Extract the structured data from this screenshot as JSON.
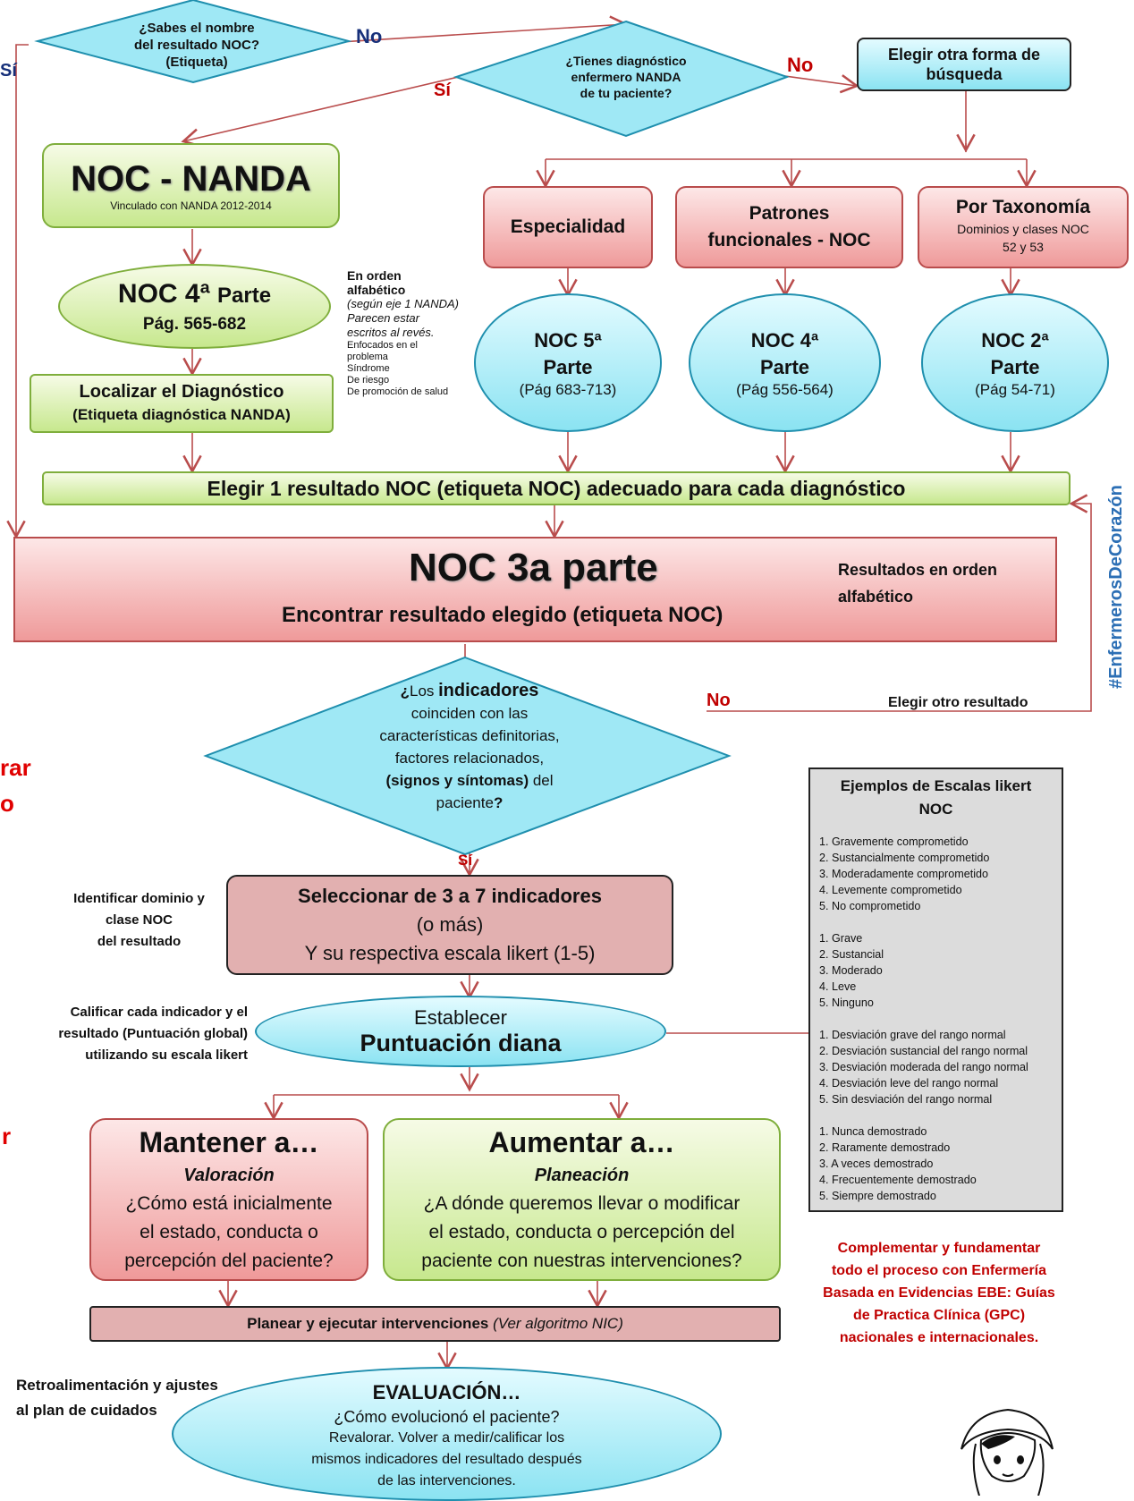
{
  "decision1": {
    "line1": "¿Sabes el nombre",
    "line2": "del resultado NOC?",
    "line3": "(Etiqueta)"
  },
  "label_si_left": "Sí",
  "label_no_1": "No",
  "decision2": {
    "line1": "¿Tienes diagnóstico",
    "line2": "enfermero NANDA",
    "line3": "de tu paciente?"
  },
  "label_si_2": "Sí",
  "label_no_2": "No",
  "elegir_forma": {
    "line1": "Elegir otra forma de",
    "line2": "búsqueda"
  },
  "noc_nanda": {
    "title": "NOC - NANDA",
    "subtitle": "Vinculado con NANDA 2012-2014"
  },
  "noc4_left": {
    "title_a": "NOC 4ª ",
    "title_b": "Parte",
    "page": "Pág. 565-682"
  },
  "orden_note": {
    "bold1": "En orden",
    "bold2": "alfabético",
    "italic1": "(según eje 1 NANDA)",
    "italic2": "Parecen estar",
    "italic3": "escritos al revés.",
    "small1": "Enfocados en el",
    "small2": "problema",
    "small3": "Síndrome",
    "small4": "De riesgo",
    "small5": "De promoción de salud"
  },
  "localizar": {
    "line1": "Localizar el Diagnóstico",
    "line2": "(Etiqueta diagnóstica NANDA)"
  },
  "especialidad": "Especialidad",
  "patrones": {
    "line1": "Patrones",
    "line2": "funcionales - NOC"
  },
  "taxonomia": {
    "title": "Por Taxonomía",
    "line1": "Dominios y clases NOC",
    "line2": "52 y 53"
  },
  "noc5": {
    "line1": "NOC 5ª",
    "line2": "Parte",
    "page": "(Pág 683-713)"
  },
  "noc4": {
    "line1": "NOC 4ª",
    "line2": "Parte",
    "page": "(Pág 556-564)"
  },
  "noc2": {
    "line1": "NOC 2ª",
    "line2": "Parte",
    "page": "(Pág 54-71)"
  },
  "elegir_bar": "Elegir 1 resultado NOC (etiqueta NOC) adecuado para cada diagnóstico",
  "noc3": {
    "title": "NOC 3a parte",
    "subtitle": "Encontrar resultado elegido (etiqueta NOC)",
    "note1": "Resultados en orden",
    "note2": "alfabético"
  },
  "hashtag": "#EnfermerosDeCorazón",
  "decision3": {
    "q_open": "¿",
    "q_small": "Los ",
    "q_bold": "indicadores",
    "line2": "coinciden con las",
    "line3": "características definitorias,",
    "line4": "factores relacionados,",
    "line5_bold": "(signos y síntomas)",
    "line5_rest": " del",
    "line6": "paciente",
    "q_close": "?"
  },
  "label_no_3": "No",
  "elegir_otro": "Elegir otro resultado",
  "label_si_3": "Sí",
  "left_fragment_1a": "rar",
  "left_fragment_1b": "o",
  "left_fragment_2": "r",
  "identificar": {
    "line1": "Identificar dominio y",
    "line2": "clase NOC",
    "line3": "del resultado"
  },
  "seleccionar": {
    "line1": "Seleccionar de 3 a 7 indicadores",
    "line2": "(o más)",
    "line3": "Y su respectiva escala likert (1-5)"
  },
  "calificar": {
    "line1": "Calificar cada indicador y el",
    "line2": "resultado (Puntuación global)",
    "line3": "utilizando su escala  likert"
  },
  "establecer": {
    "line1": "Establecer",
    "line2": "Puntuación diana"
  },
  "likert": {
    "title1": "Ejemplos de Escalas likert",
    "title2": "NOC",
    "groups": [
      [
        "1. Gravemente comprometido",
        "2. Sustancialmente comprometido",
        "3. Moderadamente comprometido",
        "4. Levemente comprometido",
        "5. No comprometido"
      ],
      [
        "1. Grave",
        "2. Sustancial",
        "3. Moderado",
        "4. Leve",
        "5. Ninguno"
      ],
      [
        "1. Desviación grave del rango normal",
        "2. Desviación sustancial del rango normal",
        "3. Desviación moderada del rango normal",
        "4. Desviación leve del rango normal",
        "5. Sin desviación del rango normal"
      ],
      [
        "1. Nunca demostrado",
        "2. Raramente demostrado",
        "3. A veces demostrado",
        "4. Frecuentemente demostrado",
        "5. Siempre demostrado"
      ]
    ]
  },
  "mantener": {
    "title": "Mantener a…",
    "sub": "Valoración",
    "line1": "¿Cómo está  inicialmente",
    "line2": "el estado, conducta o",
    "line3": "percepción del paciente?"
  },
  "aumentar": {
    "title": "Aumentar a…",
    "sub": "Planeación",
    "line1": "¿A dónde queremos llevar o modificar",
    "line2": "el estado, conducta o percepción del",
    "line3": "paciente con nuestras intervenciones?"
  },
  "complementar": {
    "line1": "Complementar y fundamentar",
    "line2": "todo el proceso con Enfermería",
    "line3": "Basada en Evidencias EBE: Guías",
    "line4": "de Practica Clínica (GPC)",
    "line5": "nacionales e internacionales."
  },
  "planear": {
    "bold": "Planear y ejecutar intervenciones ",
    "italic": "(Ver algoritmo NIC)"
  },
  "retro": {
    "line1": "Retroalimentación y ajustes",
    "line2": "al plan de cuidados"
  },
  "evaluacion": {
    "title": "EVALUACIÓN…",
    "line1": "¿Cómo evolucionó el paciente?",
    "line2": "Revalorar. Volver a medir/calificar los",
    "line3": "mismos indicadores del resultado después",
    "line4": "de las intervenciones."
  }
}
